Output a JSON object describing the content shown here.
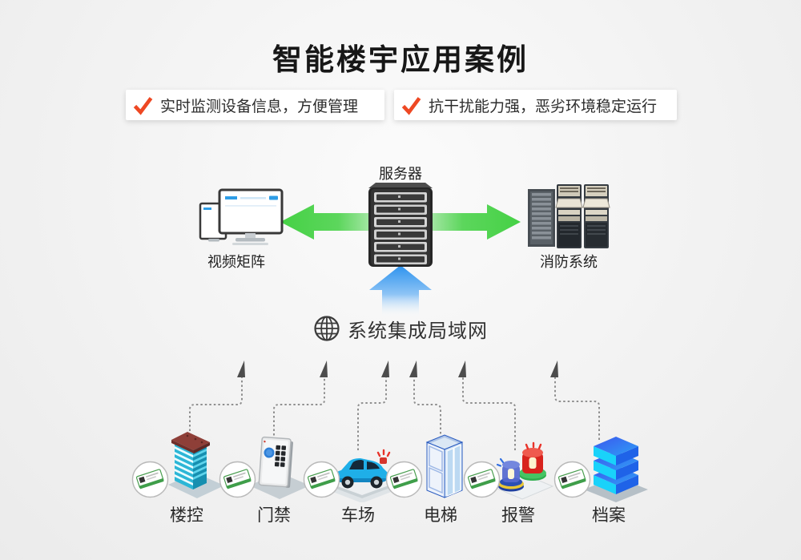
{
  "title": "智能楼宇应用案例",
  "features": [
    {
      "text": "实时监测设备信息，方便管理"
    },
    {
      "text": "抗干扰能力强，恶劣环境稳定运行"
    }
  ],
  "center": {
    "server_label": "服务器",
    "left_node_label": "视频矩阵",
    "right_node_label": "消防系统",
    "lan_label": "系统集成局域网"
  },
  "devices": [
    {
      "id": "building-control",
      "label": "楼控"
    },
    {
      "id": "access-control",
      "label": "门禁"
    },
    {
      "id": "parking",
      "label": "车场"
    },
    {
      "id": "elevator",
      "label": "电梯"
    },
    {
      "id": "alarm",
      "label": "报警"
    },
    {
      "id": "archives",
      "label": "档案"
    }
  ],
  "colors": {
    "check_red": "#ee4823",
    "arrow_green": "#4ed44e",
    "arrow_blue": "#2c92ee",
    "dashed_gray": "#8f8f8f"
  }
}
